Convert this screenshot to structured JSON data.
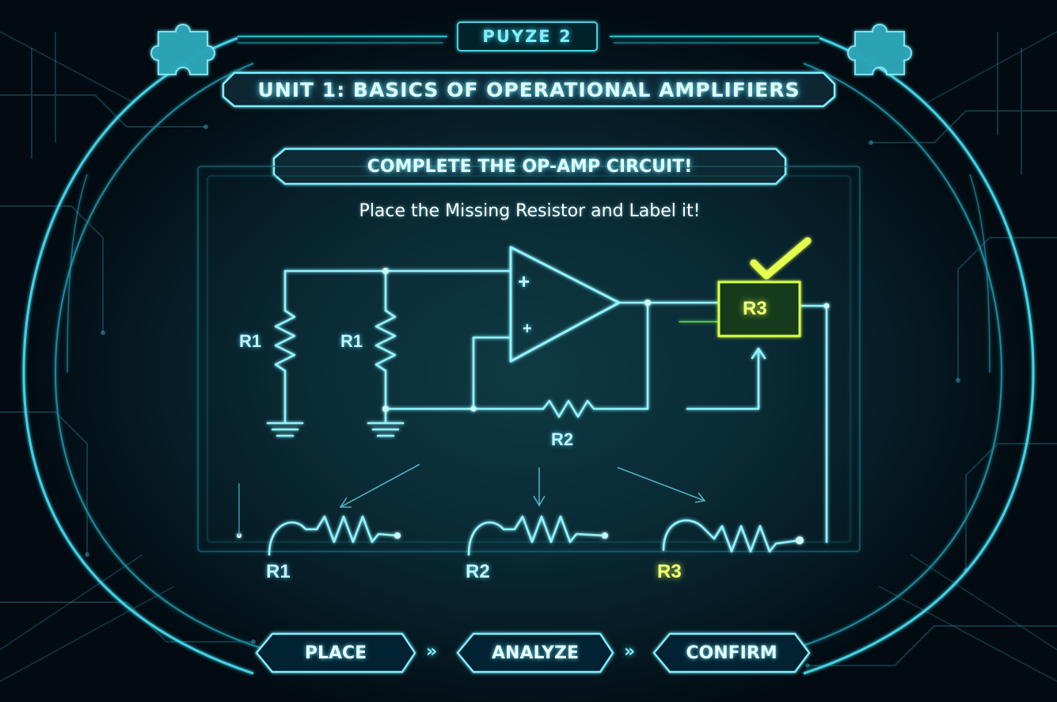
{
  "header": {
    "puzzle_tag": "PUYZE 2",
    "unit_title": "UNIT 1: BASICS OF OPERATIONAL AMPLIFIERS"
  },
  "task": {
    "title": "COMPLETE THE OP-AMP CIRCUIT!",
    "subtitle": "Place the Missing Resistor and Label it!"
  },
  "circuit": {
    "opamp_plus_top": "+",
    "opamp_plus_bottom": "+",
    "resistor_left_1": "R1",
    "resistor_left_2": "R1",
    "feedback_resistor": "R2",
    "target_slot": "R3",
    "target_status": "correct"
  },
  "tray": {
    "items": [
      {
        "label": "R1"
      },
      {
        "label": "R2"
      },
      {
        "label": "R3"
      }
    ]
  },
  "steps": {
    "place": "PLACE",
    "analyze": "ANALYZE",
    "confirm": "CONFIRM",
    "separator": "»"
  },
  "colors": {
    "glow": "#5fe6f5",
    "highlight": "#d9ff4a",
    "background": "#04131c"
  }
}
